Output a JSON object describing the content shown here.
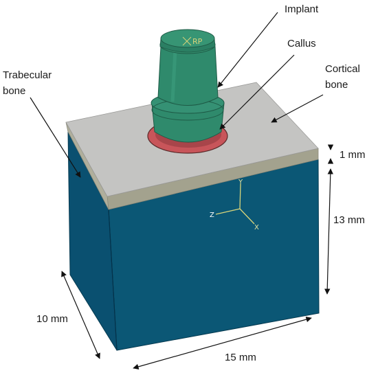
{
  "labels": {
    "implant": "Implant",
    "callus": "Callus",
    "cortical_line1": "Cortical",
    "cortical_line2": "bone",
    "trabecular_line1": "Trabecular",
    "trabecular_line2": "bone",
    "reference_point": "RP"
  },
  "dimensions": {
    "cortical_thickness": "1 mm",
    "trabecular_height": "13 mm",
    "depth": "10 mm",
    "width": "15 mm"
  },
  "axes": {
    "y": "Y",
    "z": "Z",
    "x": "X"
  },
  "colors": {
    "trabecular": "#0b5775",
    "cortical_top": "#c4c4c2",
    "cortical_edge": "#a3a28e",
    "callus": "#c8555a",
    "implant": "#2f8a6c",
    "background": "#ffffff"
  }
}
